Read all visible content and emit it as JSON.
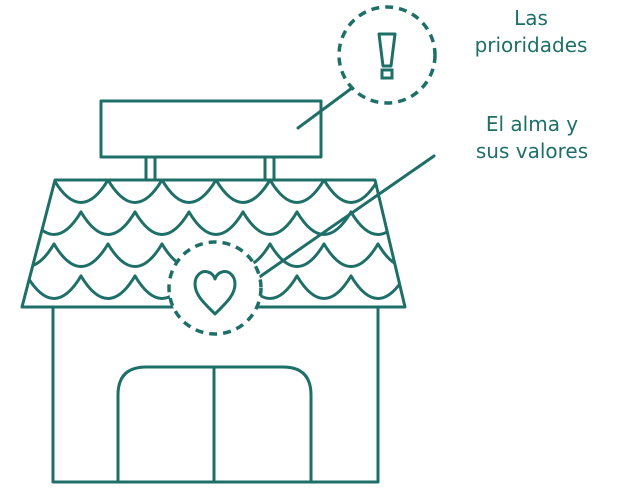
{
  "colors": {
    "stroke": "#1f6f69",
    "background": "#ffffff"
  },
  "icons": {
    "alert": "exclamation-icon",
    "heart": "heart-icon",
    "building": "house-icon"
  },
  "labels": {
    "priorities": {
      "line1": "Las",
      "line2": "prioridades"
    },
    "soul": {
      "line1": "El alma y",
      "line2": "sus valores"
    }
  }
}
